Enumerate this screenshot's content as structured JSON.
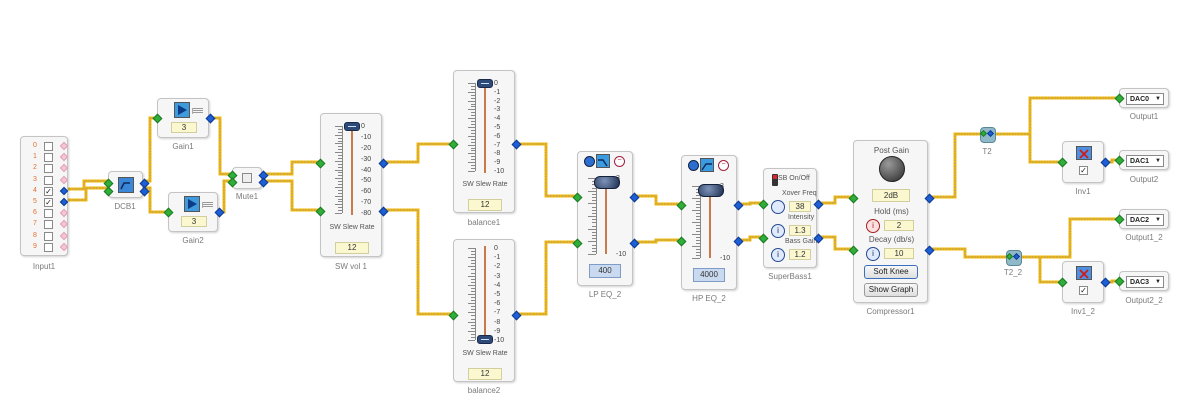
{
  "colors": {
    "wire": "#f2b705",
    "wire_dash": "#9a9a9a",
    "pin_in": "#2fae3a",
    "pin_out": "#1f5fd6",
    "pin_unused": "#f4c6d4"
  },
  "blocks": {
    "input1": {
      "label": "Input1",
      "channels": [
        "0",
        "1",
        "2",
        "3",
        "4",
        "5",
        "6",
        "7",
        "8",
        "9"
      ],
      "checked": [
        4,
        5
      ]
    },
    "dcb1": {
      "label": "DCB1",
      "icon": "dc-blocker-icon"
    },
    "gain1": {
      "label": "Gain1",
      "value": "3",
      "icon": "gain-amplifier-icon"
    },
    "gain2": {
      "label": "Gain2",
      "value": "3",
      "icon": "gain-amplifier-icon"
    },
    "mute1": {
      "label": "Mute1",
      "icon": "mute-checkbox-icon"
    },
    "swvol1": {
      "label": "SW vol 1",
      "ticks": [
        "0",
        "-10",
        "-20",
        "-30",
        "-40",
        "-50",
        "-60",
        "-70",
        "-80"
      ],
      "rate_label": "SW Slew Rate",
      "rate": "12"
    },
    "balance1": {
      "label": "balance1",
      "ticks": [
        "0",
        "-1",
        "-2",
        "-3",
        "-4",
        "-5",
        "-6",
        "-7",
        "-8",
        "-9",
        "-10"
      ],
      "rate_label": "SW Slew Rate",
      "rate": "12"
    },
    "balance2": {
      "label": "balance2",
      "ticks": [
        "0",
        "-1",
        "-2",
        "-3",
        "-4",
        "-5",
        "-6",
        "-7",
        "-8",
        "-9",
        "-10"
      ],
      "rate_label": "SW Slew Rate",
      "rate": "12"
    },
    "lpeq": {
      "label": "LP EQ_2",
      "ticks": [
        "3",
        "-10"
      ],
      "freq": "400"
    },
    "hpeq": {
      "label": "HP EQ_2",
      "ticks": [
        "3",
        "-10"
      ],
      "freq": "4000"
    },
    "superbass1": {
      "label": "SuperBass1",
      "sb_label": "SB On/Off",
      "xover_label": "Xover Freq",
      "xover": "38",
      "intensity_label": "Intensity",
      "intensity": "1.3",
      "bassgain_label": "Bass Gain",
      "bassgain": "1.2"
    },
    "compressor1": {
      "label": "Compressor1",
      "postgain_label": "Post Gain",
      "postgain": "2dB",
      "hold_label": "Hold (ms)",
      "hold": "2",
      "decay_label": "Decay (db/s)",
      "decay": "10",
      "softknee": "Soft Knee",
      "showgraph": "Show Graph"
    },
    "t2": {
      "label": "T2"
    },
    "t2_2": {
      "label": "T2_2"
    },
    "inv1": {
      "label": "Inv1"
    },
    "inv1_2": {
      "label": "Inv1_2"
    },
    "output1": {
      "label": "Output1",
      "value": "DAC0"
    },
    "output2": {
      "label": "Output2",
      "value": "DAC1"
    },
    "output1_2": {
      "label": "Output1_2",
      "value": "DAC2"
    },
    "output2_2": {
      "label": "Output2_2",
      "value": "DAC3"
    }
  }
}
